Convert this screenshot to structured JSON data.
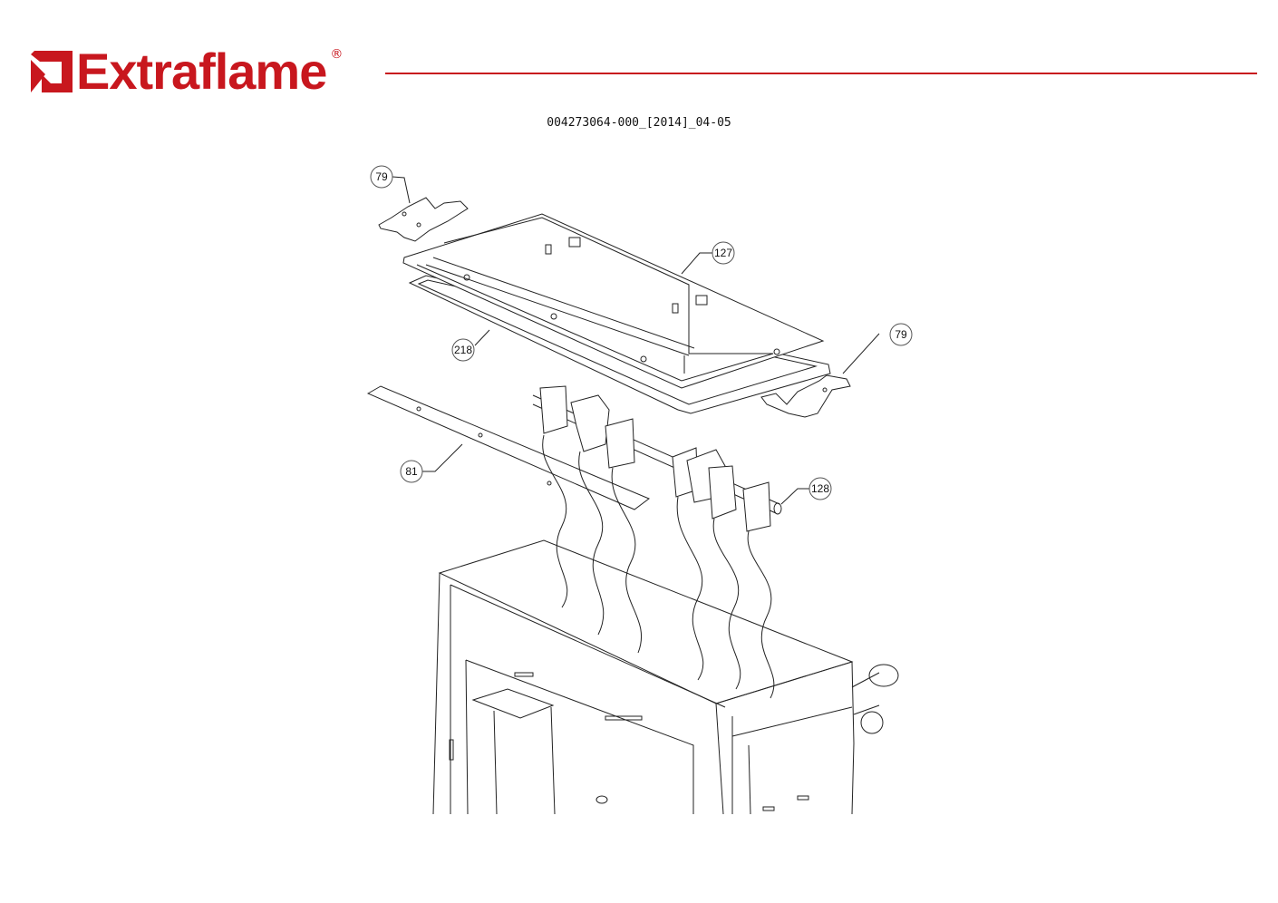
{
  "header": {
    "brand": "Extraflame",
    "registered_mark": "®",
    "brand_color": "#c8171e"
  },
  "document": {
    "code": "004273064-000_[2014]_04-05"
  },
  "callouts": [
    {
      "label": "79"
    },
    {
      "label": "127"
    },
    {
      "label": "218"
    },
    {
      "label": "79"
    },
    {
      "label": "81"
    },
    {
      "label": "128"
    }
  ]
}
